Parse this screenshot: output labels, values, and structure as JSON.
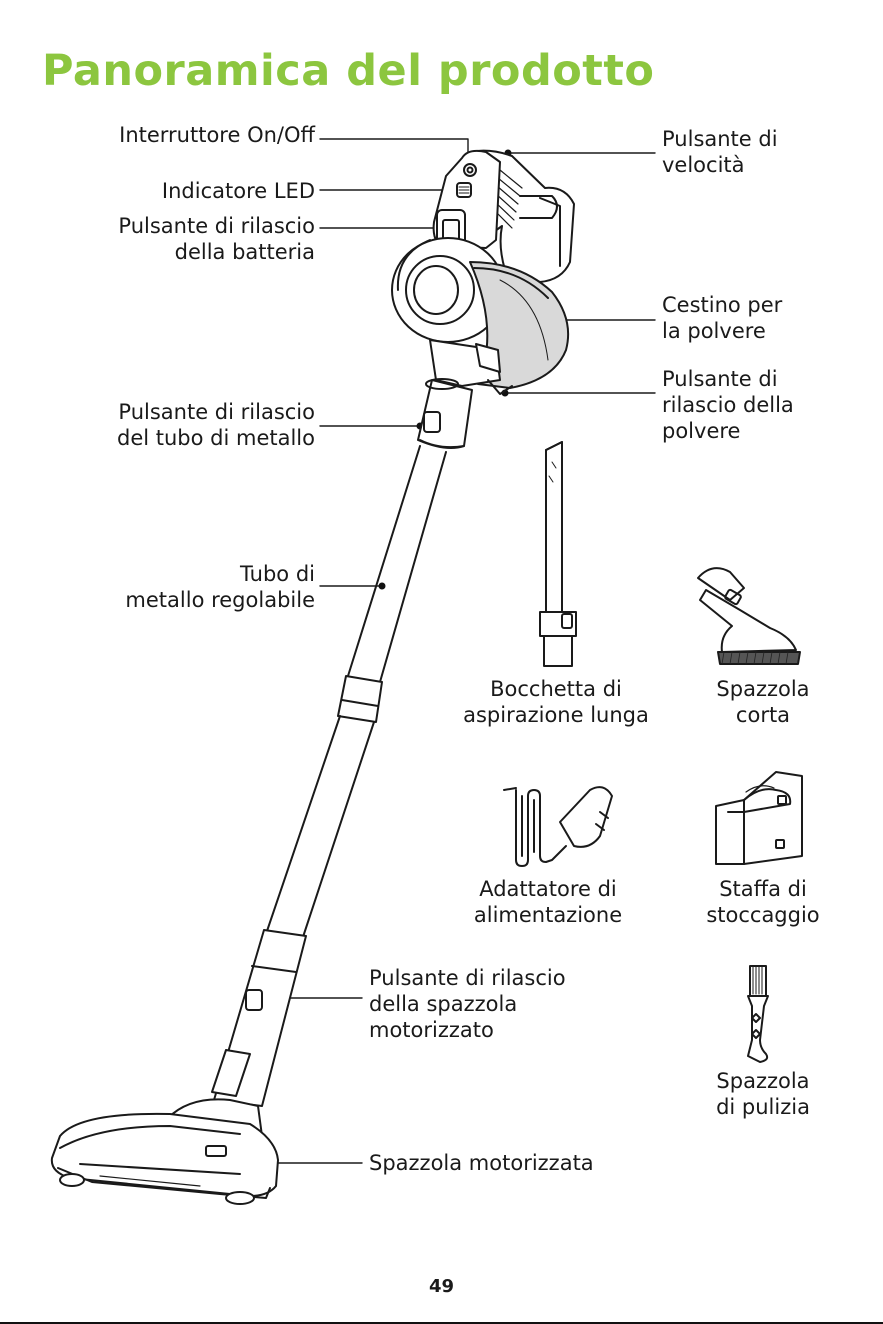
{
  "page": {
    "title": "Panoramica del prodotto",
    "page_number": "49"
  },
  "callouts": {
    "on_off": "Interruttore On/Off",
    "led": "Indicatore LED",
    "battery_release": [
      "Pulsante di rilascio",
      "della batteria"
    ],
    "tube_release": [
      "Pulsante di rilascio",
      "del tubo di metallo"
    ],
    "tube": [
      "Tubo di",
      "metallo regolabile"
    ],
    "brush_release": [
      "Pulsante di rilascio",
      "della spazzola",
      "motorizzato"
    ],
    "motor_brush": "Spazzola motorizzata",
    "speed": [
      "Pulsante di",
      "velocità"
    ],
    "dust_bin": [
      "Cestino per",
      "la polvere"
    ],
    "dust_release": [
      "Pulsante di",
      "rilascio della",
      "polvere"
    ]
  },
  "accessories": {
    "long_nozzle": [
      "Bocchetta di",
      "aspirazione lunga"
    ],
    "short_brush": [
      "Spazzola",
      "corta"
    ],
    "adapter": [
      "Adattatore di",
      "alimentazione"
    ],
    "bracket": [
      "Staffa di",
      "stoccaggio"
    ],
    "cleaning_brush": [
      "Spazzola",
      "di pulizia"
    ]
  },
  "colors": {
    "title": "#8cc63f",
    "text": "#1a1a1a",
    "dust_bin_fill": "#d9d9d9"
  }
}
